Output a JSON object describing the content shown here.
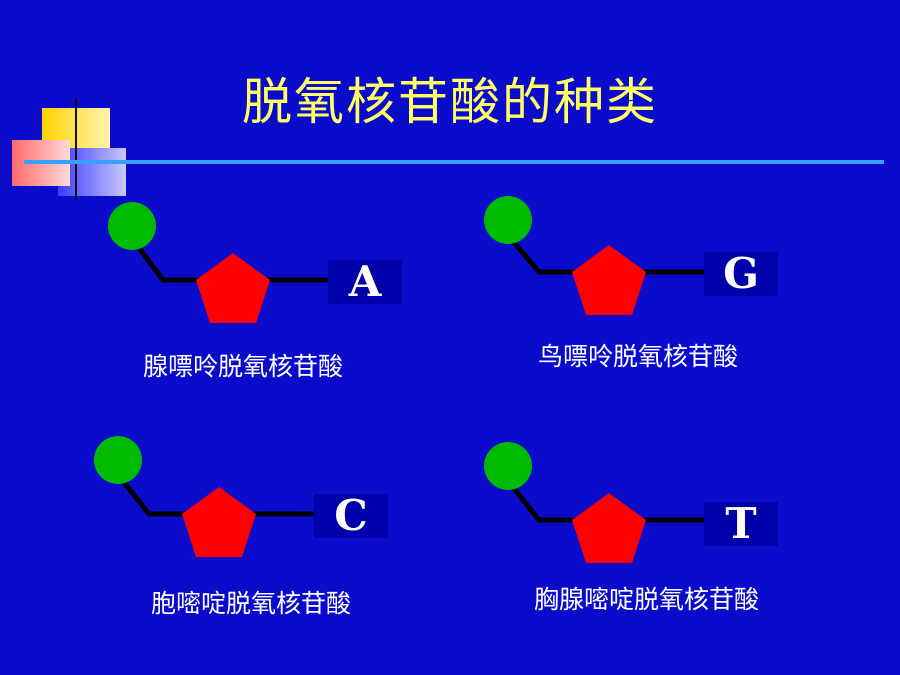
{
  "title": "脱氧核苷酸的种类",
  "colors": {
    "background": "#0b0bcb",
    "title": "#ffff66",
    "phosphate": "#00bb00",
    "sugar": "#ff0000",
    "bond": "#000000",
    "base_box": "#0000aa",
    "label": "#ffffff"
  },
  "nucleotides": [
    {
      "base": "A",
      "label": "腺嘌呤脱氧核苷酸"
    },
    {
      "base": "G",
      "label": "鸟嘌呤脱氧核苷酸"
    },
    {
      "base": "C",
      "label": "胞嘧啶脱氧核苷酸"
    },
    {
      "base": "T",
      "label": "胸腺嘧啶脱氧核苷酸"
    }
  ]
}
